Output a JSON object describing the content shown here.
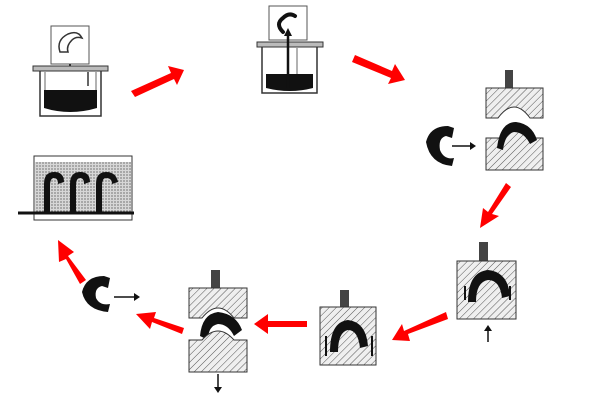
{
  "diagram": {
    "arrow_color": "#ff0000",
    "ink_color": "#111111",
    "icons": {
      "process_arrow": "red-block-arrow",
      "direction_arrow": "small-black-arrow"
    },
    "steps": [
      {
        "id": "melt-tank-with-preform",
        "label": ""
      },
      {
        "id": "dip-and-lift-rod",
        "label": ""
      },
      {
        "id": "open-mold-insert",
        "label": ""
      },
      {
        "id": "mold-closed-press-up",
        "label": ""
      },
      {
        "id": "mold-closed-hold",
        "label": ""
      },
      {
        "id": "mold-open-eject",
        "label": ""
      },
      {
        "id": "ejected-part",
        "label": ""
      },
      {
        "id": "multiple-parts-tray",
        "label": ""
      }
    ]
  }
}
